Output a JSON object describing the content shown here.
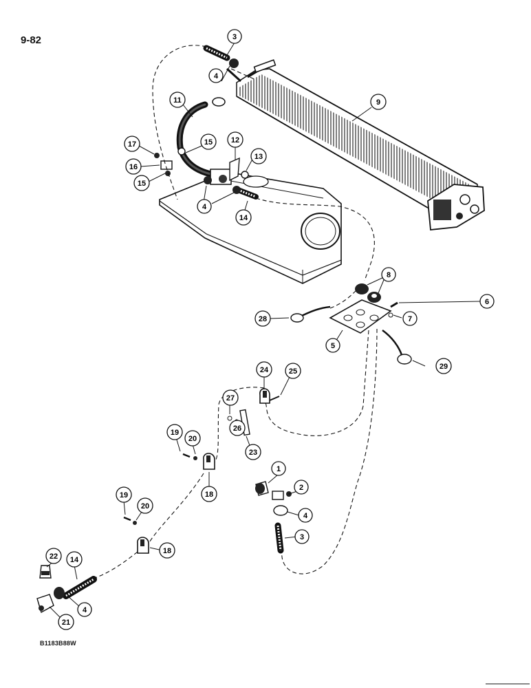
{
  "page_number": "9-82",
  "drawing_code": "B1183B88W",
  "callouts": [
    {
      "id": "c3a",
      "label": "3"
    },
    {
      "id": "c4a",
      "label": "4"
    },
    {
      "id": "c9",
      "label": "9"
    },
    {
      "id": "c11",
      "label": "11"
    },
    {
      "id": "c12",
      "label": "12"
    },
    {
      "id": "c15a",
      "label": "15"
    },
    {
      "id": "c17",
      "label": "17"
    },
    {
      "id": "c16",
      "label": "16"
    },
    {
      "id": "c15b",
      "label": "15"
    },
    {
      "id": "c13",
      "label": "13"
    },
    {
      "id": "c4b",
      "label": "4"
    },
    {
      "id": "c14a",
      "label": "14"
    },
    {
      "id": "c8",
      "label": "8"
    },
    {
      "id": "c6",
      "label": "6"
    },
    {
      "id": "c7",
      "label": "7"
    },
    {
      "id": "c28",
      "label": "28"
    },
    {
      "id": "c5",
      "label": "5"
    },
    {
      "id": "c29",
      "label": "29"
    },
    {
      "id": "c24",
      "label": "24"
    },
    {
      "id": "c25",
      "label": "25"
    },
    {
      "id": "c27",
      "label": "27"
    },
    {
      "id": "c26",
      "label": "26"
    },
    {
      "id": "c23",
      "label": "23"
    },
    {
      "id": "c19a",
      "label": "19"
    },
    {
      "id": "c20a",
      "label": "20"
    },
    {
      "id": "c18a",
      "label": "18"
    },
    {
      "id": "c1",
      "label": "1"
    },
    {
      "id": "c2",
      "label": "2"
    },
    {
      "id": "c4c",
      "label": "4"
    },
    {
      "id": "c3b",
      "label": "3"
    },
    {
      "id": "c19b",
      "label": "19"
    },
    {
      "id": "c20b",
      "label": "20"
    },
    {
      "id": "c18b",
      "label": "18"
    },
    {
      "id": "c22",
      "label": "22"
    },
    {
      "id": "c14b",
      "label": "14"
    },
    {
      "id": "c4d",
      "label": "4"
    },
    {
      "id": "c21",
      "label": "21"
    }
  ]
}
